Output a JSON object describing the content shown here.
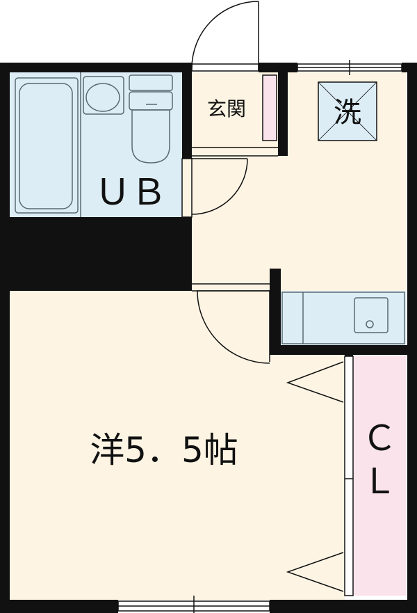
{
  "rooms": {
    "genkan": "玄関",
    "washer": "洗",
    "unit_bath": "ＵＢ",
    "western_room": "洋5．5帖",
    "closet": "ＣＬ"
  },
  "colors": {
    "wall": "#111111",
    "floor": "#fdf4e3",
    "wet_area": "#dcedf5",
    "closet": "#fbe3ec",
    "fixture_outline": "#5a6a72"
  }
}
